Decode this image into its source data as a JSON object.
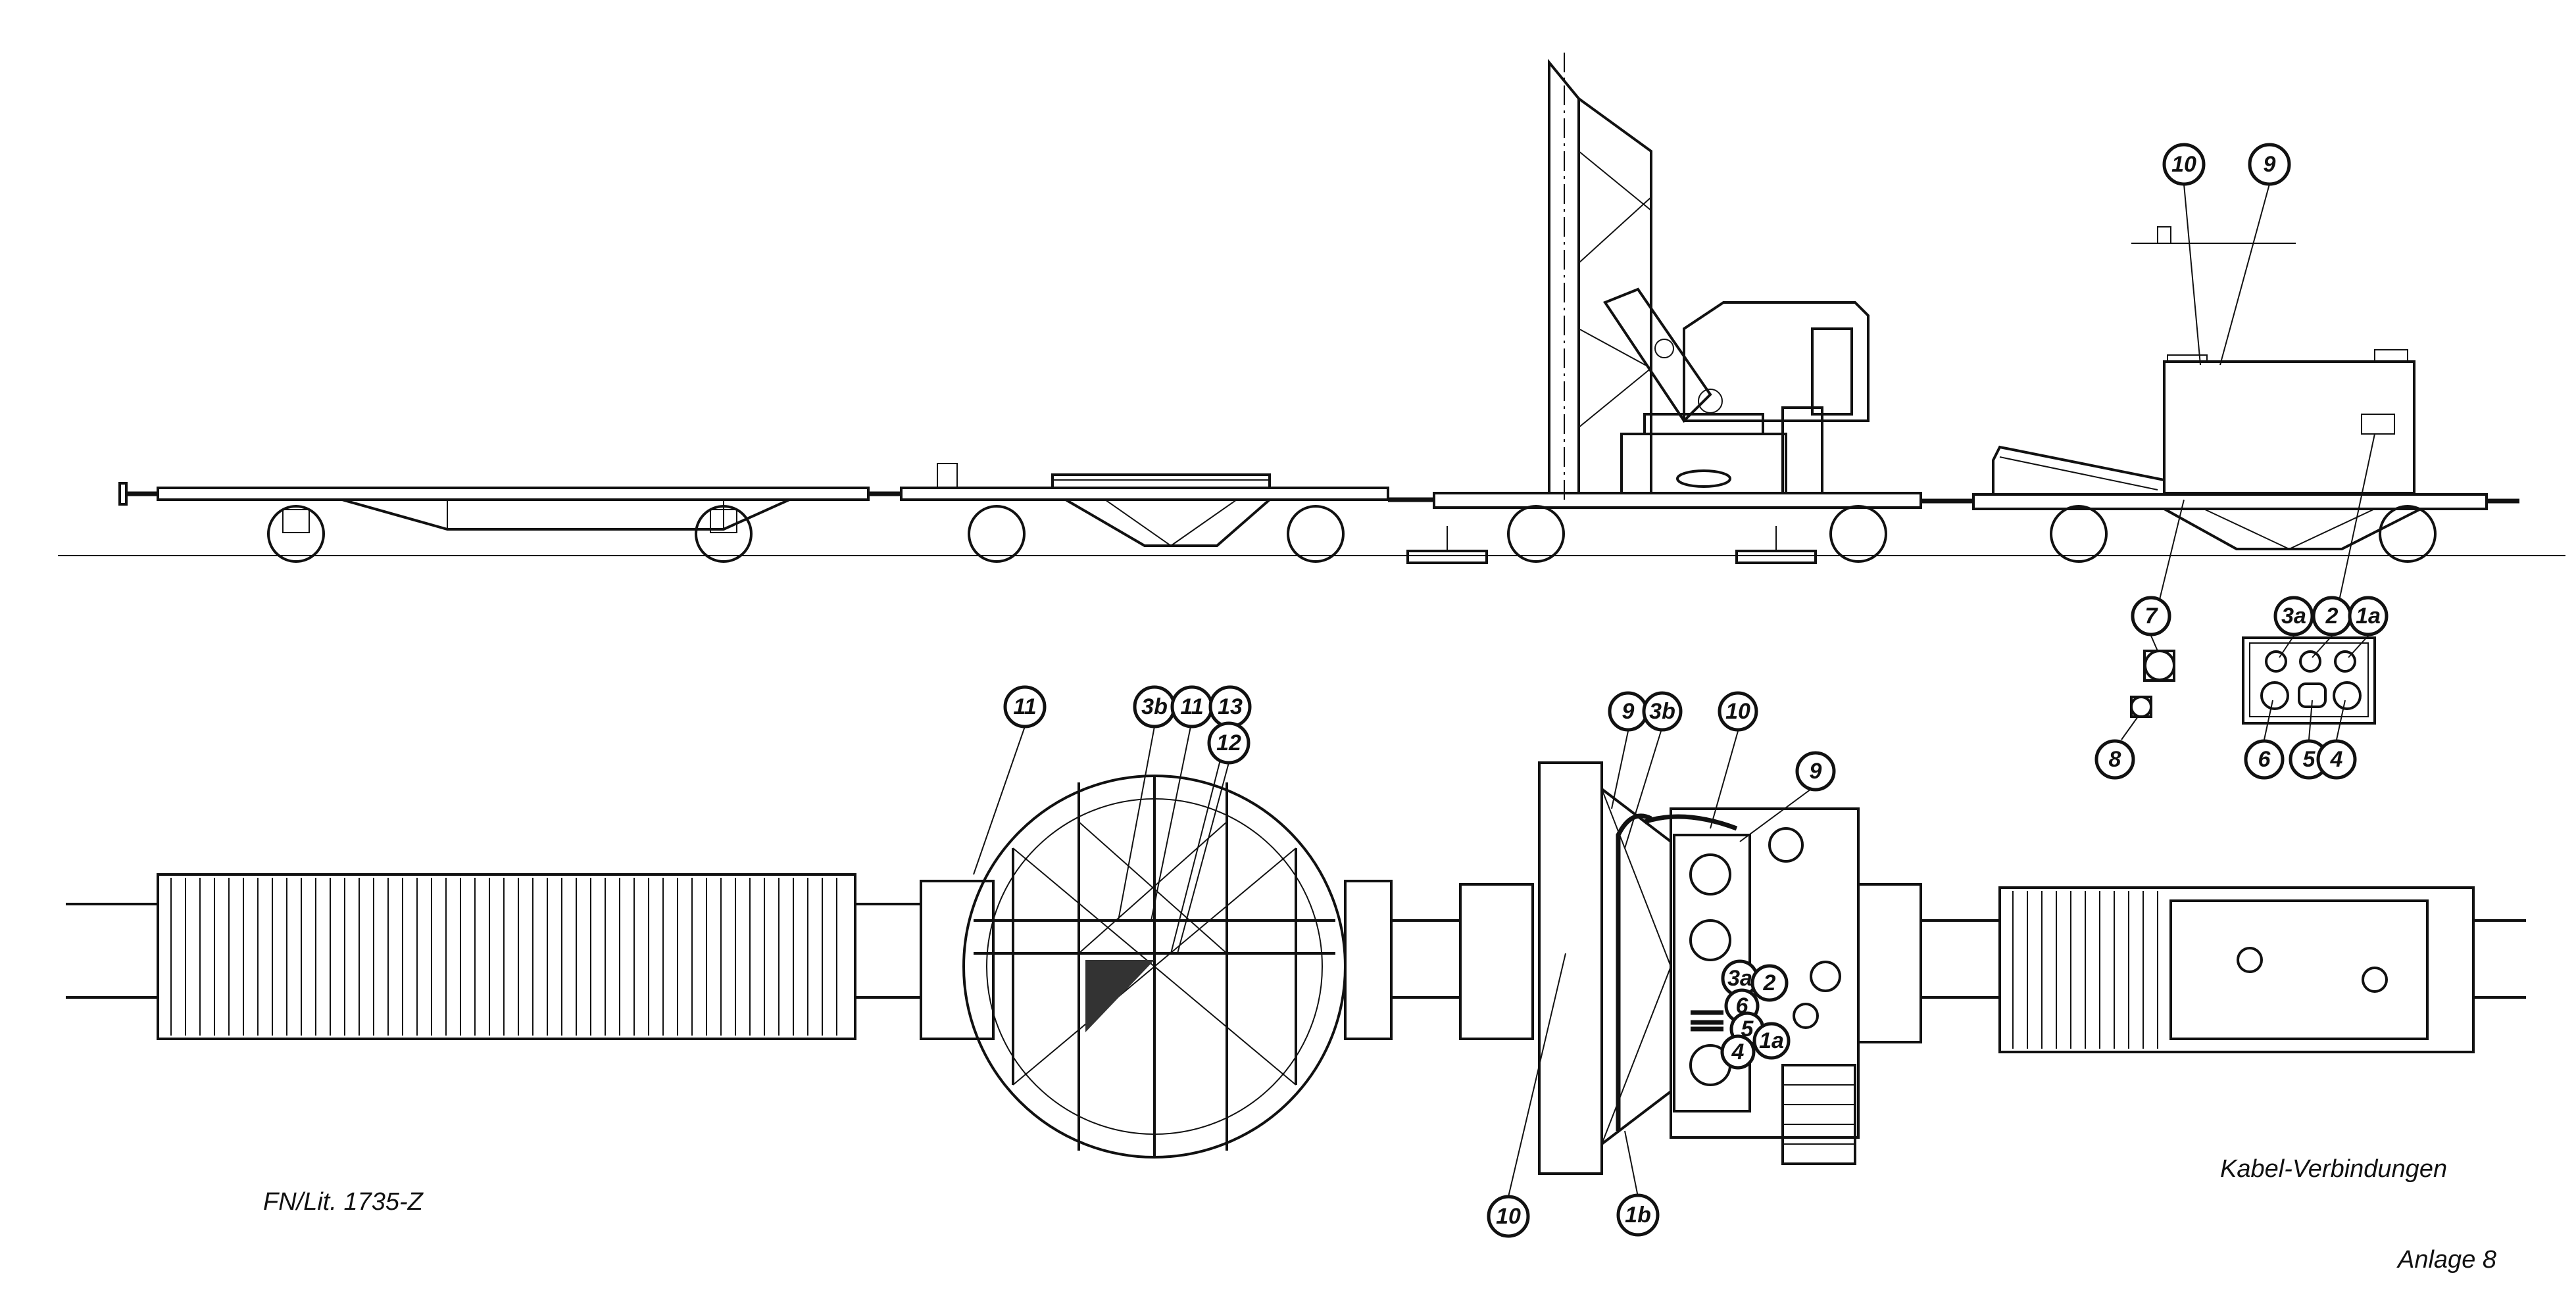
{
  "drawing": {
    "reference": "FN/Lit. 1735-Z",
    "subject": "Kabel-Verbindungen",
    "appendix": "Anlage 8"
  },
  "side_view_callouts": [
    "10",
    "9"
  ],
  "connector_detail_callouts": [
    "7",
    "8",
    "3a",
    "2",
    "1a",
    "6",
    "5",
    "4"
  ],
  "plan_view_callouts": [
    "11",
    "3b",
    "11",
    "13",
    "12",
    "9",
    "3b",
    "10",
    "9",
    "3a",
    "2",
    "6",
    "5",
    "1a",
    "4",
    "10",
    "1b"
  ]
}
